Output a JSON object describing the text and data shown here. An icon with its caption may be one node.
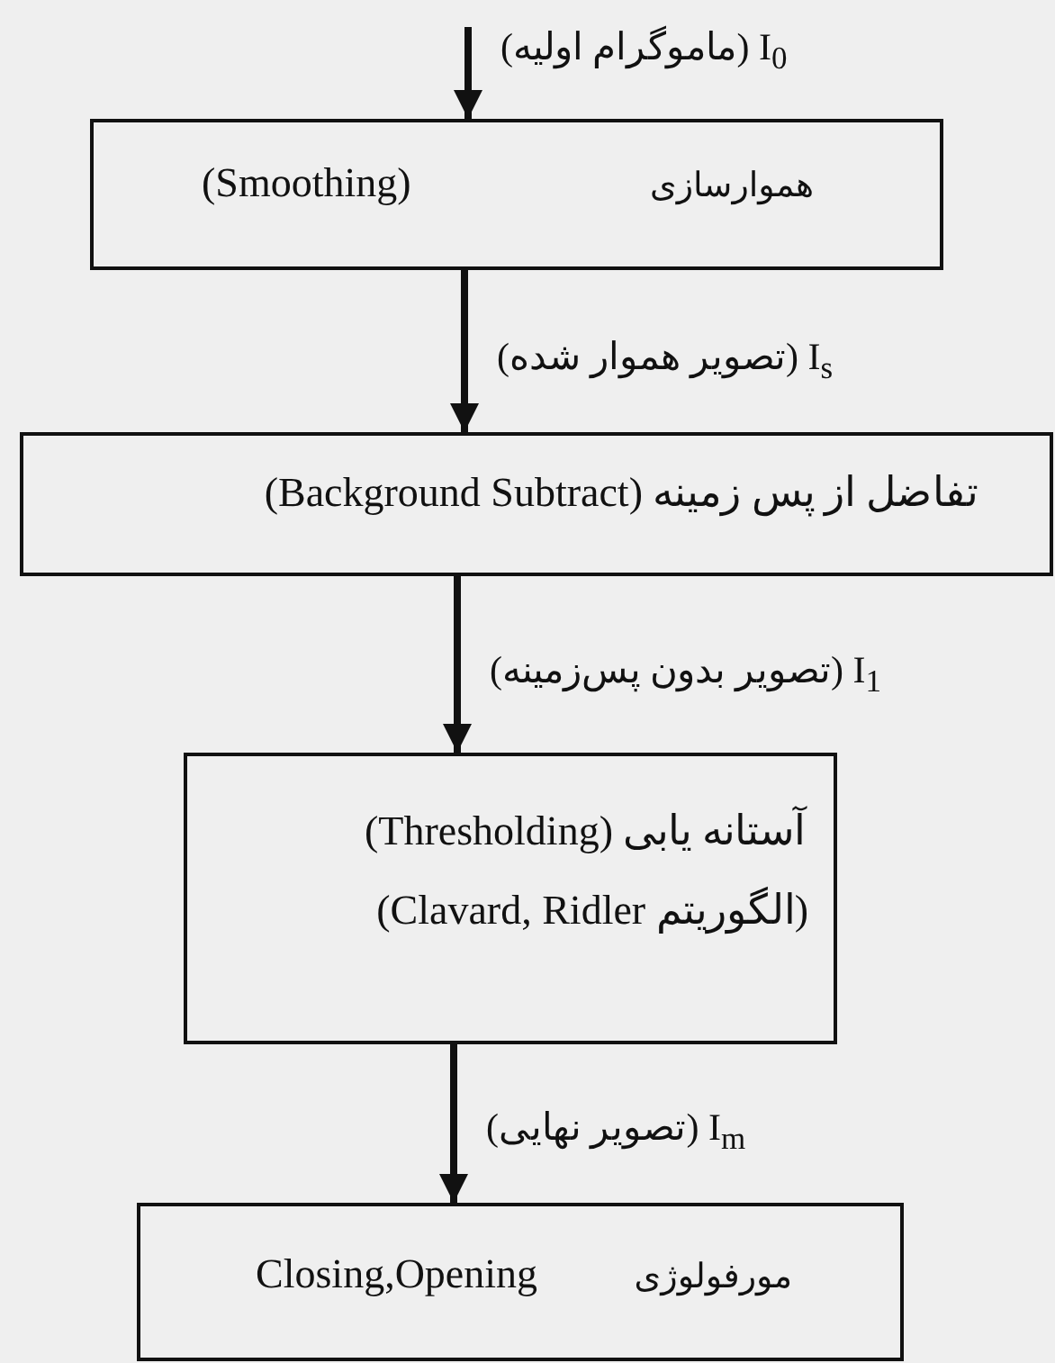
{
  "diagram": {
    "nodes": [
      {
        "text": [
          "هموارسازی",
          "(Smoothing)"
        ]
      },
      {
        "text": [
          "تفاضل از پس زمینه (Background Subtract)"
        ]
      },
      {
        "text": [
          "آستانه یابی (Thresholding)",
          "(الگوریتم Clavard, Ridler)"
        ]
      },
      {
        "text": [
          "مورفولوژی",
          "Closing,Opening"
        ]
      }
    ],
    "edges": [
      {
        "from": null,
        "to": 0,
        "arrow": "to",
        "label": "I$_{0}$ (ماموگرام اولیه)"
      },
      {
        "from": 0,
        "to": 1,
        "arrow": "to",
        "label": "I$_{s}$ (تصویر هموار شده)"
      },
      {
        "from": 1,
        "to": 2,
        "arrow": "to",
        "label": "I$_{1}$ (تصویر بدون پس‌زمینه)"
      },
      {
        "from": 2,
        "to": 3,
        "arrow": "to",
        "label": "I$_{m}$ (تصویر نهایی)"
      }
    ]
  }
}
